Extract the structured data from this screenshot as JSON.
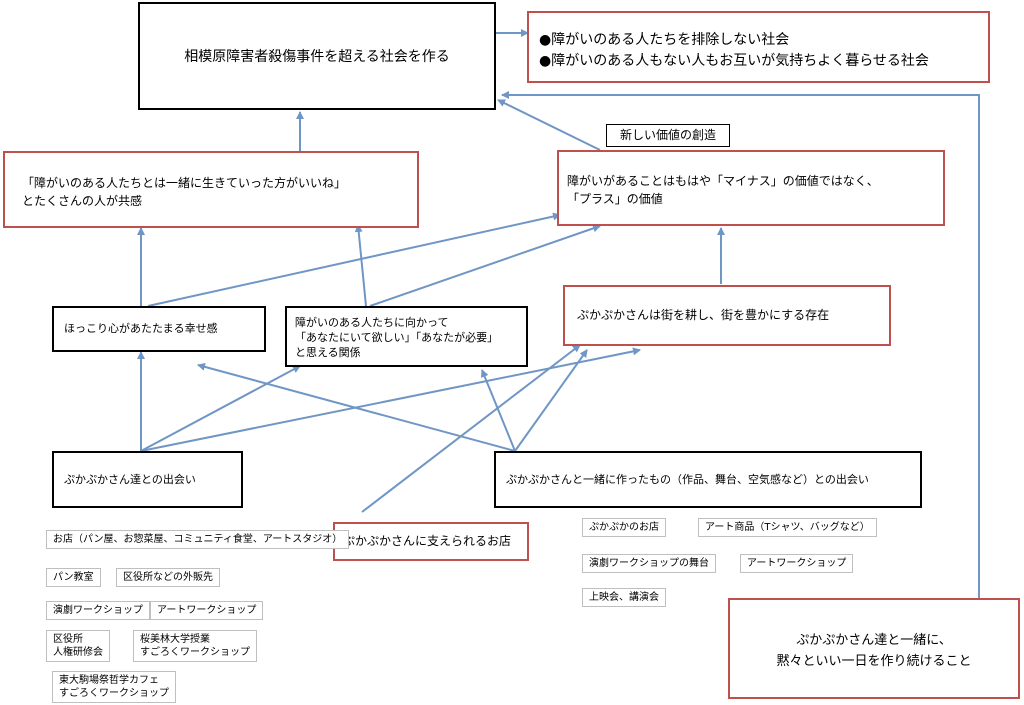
{
  "nodes": {
    "goal": "相模原障害者殺傷事件を超える社会を作る",
    "society_1": "●障がいのある人たちを排除しない社会",
    "society_2": "●障がいのある人もない人もお互いが気持ちよく暮らせる社会",
    "new_value": "新しい価値の創造",
    "empathy_1": "「障がいのある人たちとは一緒に生きていった方がいいね」",
    "empathy_2": "とたくさんの人が共感",
    "plus_value_1": "障がいがあることはもはや「マイナス」の価値ではなく、",
    "plus_value_2": "「プラス」の価値",
    "warmth": "ほっこり心があたたまる幸せ感",
    "relation_1": "障がいのある人たちに向かって",
    "relation_2": "「あなたにいて欲しい」「あなたが必要」",
    "relation_3": "と思える関係",
    "cultivate": "ぷかぷかさんは街を耕し、街を豊かにする存在",
    "meet_people": "ぷかぷかさん達との出会い",
    "meet_things": "ぷかぷかさんと一緒に作ったもの（作品、舞台、空気感など）との出会い",
    "supported_shops": "ぷかぷかさんに支えられるお店",
    "everyday_1": "ぷかぷかさん達と一緒に、",
    "everyday_2": "黙々といい一日を作り続けること"
  },
  "tags_left": {
    "shops": "お店（パン屋、お惣菜屋、コミュニティ食堂、アートスタジオ）",
    "bread_class": "パン教室",
    "ward_sales": "区役所などの外販先",
    "drama_ws": "演劇ワークショップ",
    "art_ws": "アートワークショップ",
    "ward_1": "区役所",
    "ward_2": "人権研修会",
    "oubirin_1": "桜美林大学授業",
    "oubirin_2": "すごろくワークショップ",
    "todai_1": "東大駒場祭哲学カフェ",
    "todai_2": "すごろくワークショップ"
  },
  "tags_right": {
    "pukapuka_shop": "ぷかぷかのお店",
    "art_goods": "アート商品（Tシャツ、バッグなど）",
    "drama_stage": "演劇ワークショップの舞台",
    "art_ws": "アートワークショップ",
    "lectures": "上映会、講演会"
  },
  "colors": {
    "arrow": "#7096c5",
    "red_border": "#c0504d",
    "black_border": "#000000",
    "tag_border": "#bfbfbf"
  }
}
